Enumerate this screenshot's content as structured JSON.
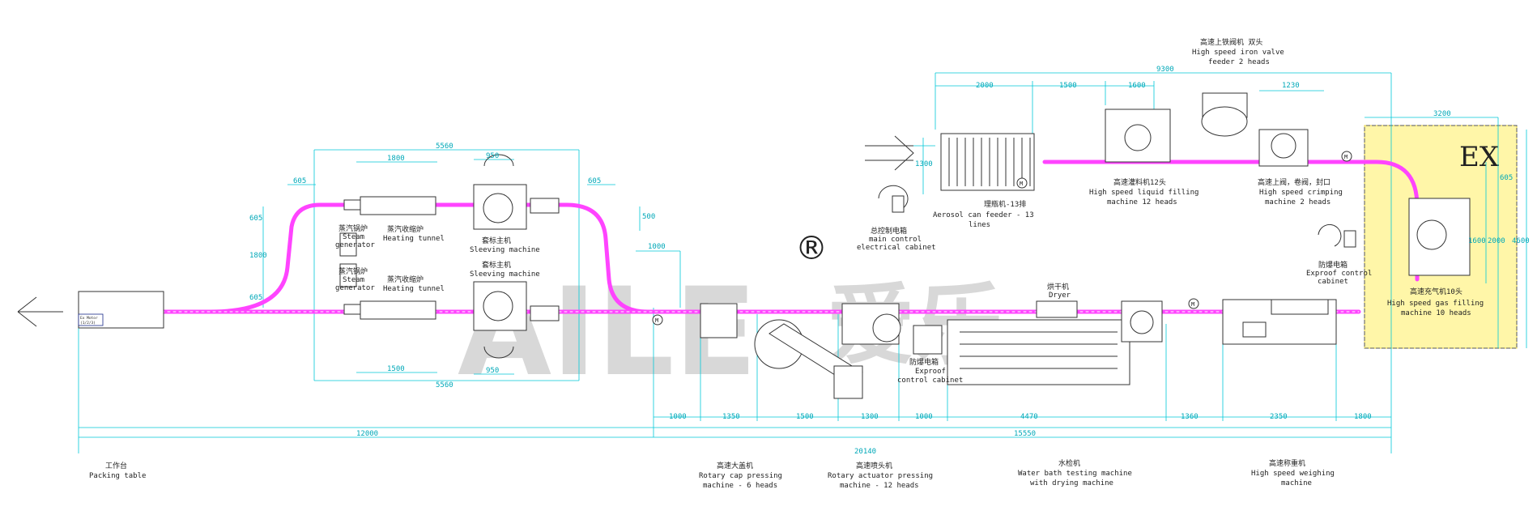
{
  "watermark": {
    "brand": "AILE",
    "cn": "爱乐",
    "mark": "®"
  },
  "ex_zone_label": "EX",
  "colors": {
    "conveyor": "#ff44ff",
    "dimension": "#00c8d8",
    "ex_zone": "#fff6a8",
    "ex_text": "#ff2222",
    "outline": "#333333"
  },
  "machines": {
    "packing_table": {
      "cn": "工作台",
      "en": [
        "Packing table"
      ]
    },
    "packing_table_plate": [
      "Ex Motor",
      "(1/2/3)"
    ],
    "cap_pressing": {
      "cn": "高速大盖机",
      "en": [
        "Rotary cap pressing",
        "machine - 6 heads"
      ]
    },
    "actuator_pressing": {
      "cn": "高速喷头机",
      "en": [
        "Rotary actuator pressing",
        "machine - 12 heads"
      ]
    },
    "water_bath": {
      "cn": "水检机",
      "en": [
        "Water bath testing machine",
        "with drying machine"
      ]
    },
    "weighing": {
      "cn": "高速称重机",
      "en": [
        "High speed weighing",
        "machine"
      ]
    },
    "gas_filling": {
      "cn": "高速充气机10头",
      "en": [
        "High speed gas filling",
        "machine 10 heads"
      ]
    },
    "iron_valve_feeder": {
      "cn": "高速上铁阀机 双头",
      "en": [
        "High speed iron valve",
        "feeder 2 heads"
      ]
    },
    "liquid_filling": {
      "cn": "高速灌料机12头",
      "en": [
        "High speed liquid filling",
        "machine 12 heads"
      ]
    },
    "crimping": {
      "cn": "高速上阀，卷阀，封口",
      "en": [
        "High speed crimping",
        "machine 2 heads"
      ]
    },
    "can_feeder": {
      "cn": "理瓶机-13排",
      "en": [
        "Aerosol can feeder - 13",
        "lines"
      ]
    },
    "main_cabinet": {
      "cn": "总控制电箱",
      "en": [
        "main control",
        "electrical cabinet"
      ]
    },
    "exproof_cabinet_right": {
      "cn": "防爆电箱",
      "en": [
        "Exproof control",
        "cabinet"
      ]
    },
    "exproof_cabinet_bottom": {
      "cn": "防爆电箱",
      "en": [
        "Exproof",
        "control cabinet"
      ]
    },
    "dryer": {
      "cn": "烘干机",
      "en": [
        "Dryer"
      ]
    },
    "sleeving_top": {
      "cn": "套标主机",
      "en": [
        "Sleeving machine"
      ]
    },
    "sleeving_bottom": {
      "cn": "套标主机",
      "en": [
        "Sleeving machine"
      ]
    },
    "heating_top": {
      "cn": "蒸汽收缩炉",
      "en": [
        "Heating tunnel"
      ]
    },
    "heating_bottom": {
      "cn": "蒸汽收缩炉",
      "en": [
        "Heating tunnel"
      ]
    },
    "steam_top": {
      "cn": "蒸汽锅炉",
      "en": [
        "Steam",
        "generator"
      ]
    },
    "steam_bottom": {
      "cn": "蒸汽锅炉",
      "en": [
        "Steam",
        "generator"
      ]
    }
  },
  "motor_symbol": "M",
  "dimensions": {
    "overall": "20140",
    "left_block": "12000",
    "right_block": "15550",
    "bottom_row": [
      "1000",
      "1350",
      "1500",
      "1300",
      "1000",
      "4470",
      "1360",
      "2350",
      "1800"
    ],
    "top_row": [
      "9300",
      "2000",
      "1500",
      "1600",
      "1230",
      "3200"
    ],
    "sleeve_frame": [
      "5560",
      "5560",
      "1800",
      "1500",
      "950",
      "950",
      "605",
      "605",
      "605",
      "605",
      "1800",
      "500"
    ],
    "conveyor": [
      "1000",
      "1300"
    ],
    "right_zone": [
      "605",
      "1600",
      "2000",
      "4600"
    ]
  }
}
